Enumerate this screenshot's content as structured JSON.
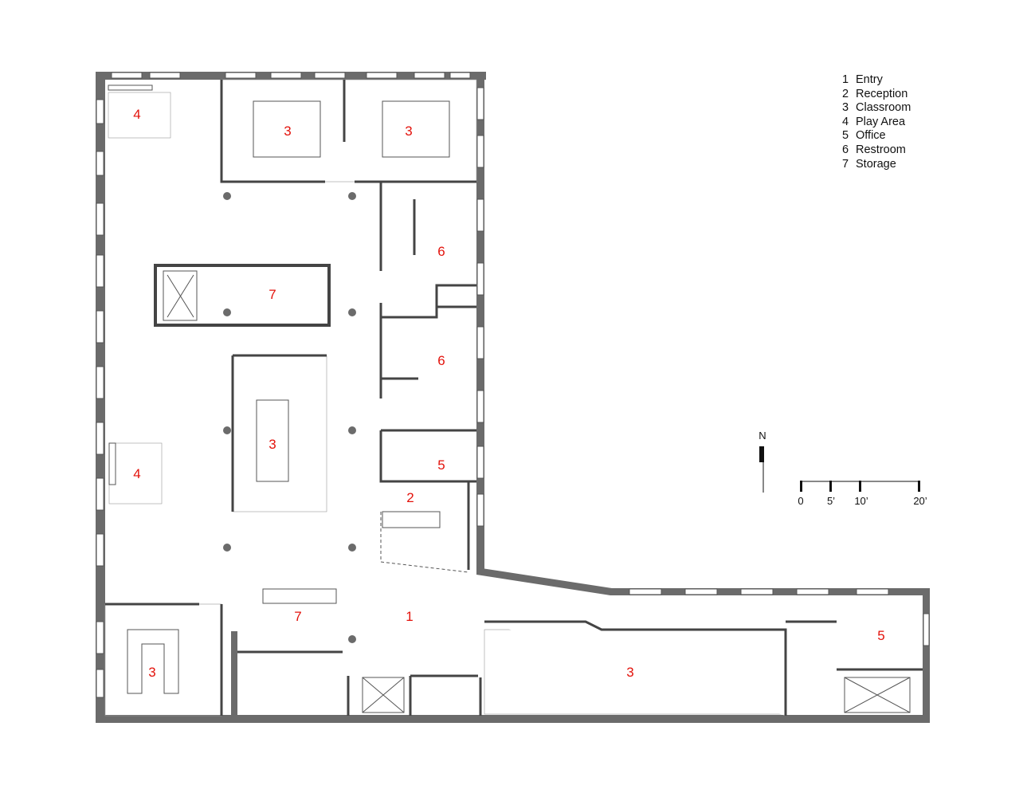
{
  "legend": [
    {
      "num": "1",
      "label": "Entry"
    },
    {
      "num": "2",
      "label": "Reception"
    },
    {
      "num": "3",
      "label": "Classroom"
    },
    {
      "num": "4",
      "label": "Play Area"
    },
    {
      "num": "5",
      "label": "Office"
    },
    {
      "num": "6",
      "label": "Restroom"
    },
    {
      "num": "7",
      "label": "Storage"
    }
  ],
  "rooms": {
    "play_area_nw": "4",
    "classroom_n1": "3",
    "classroom_n2": "3",
    "restroom_upper": "6",
    "storage_center": "7",
    "restroom_lower": "6",
    "classroom_center": "3",
    "play_area_w": "4",
    "office_mid": "5",
    "reception": "2",
    "entry": "1",
    "storage_south": "7",
    "classroom_sw": "3",
    "classroom_se": "3",
    "office_east": "5"
  },
  "north_arrow": "N",
  "scale_bar": [
    "0",
    "5’",
    "10’",
    "20’"
  ],
  "colors": {
    "room_label": "#e3120b",
    "wall": "#6b6b6b"
  }
}
